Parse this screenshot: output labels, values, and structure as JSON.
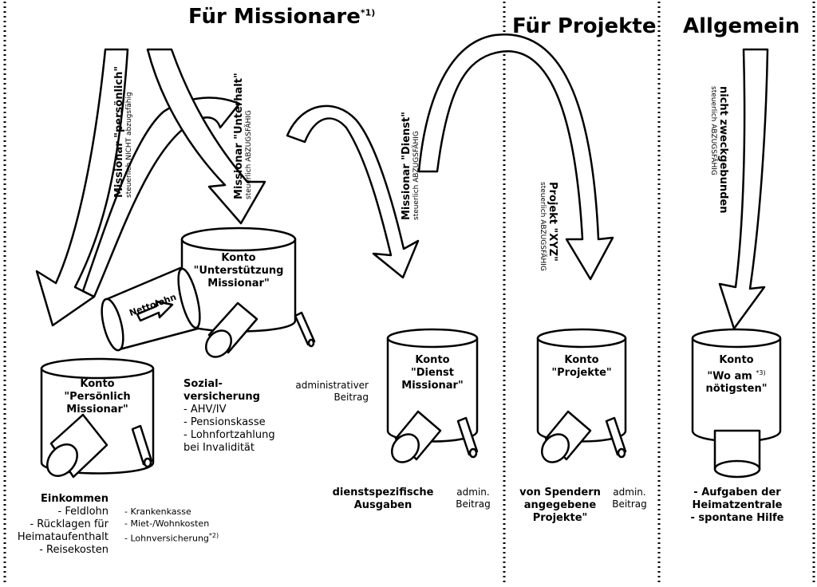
{
  "headers": {
    "missionare": "Für Missionare",
    "missionare_note": "*1)",
    "projekte": "Für Projekte",
    "allgemein": "Allgemein"
  },
  "streams": {
    "persoenlich_title": "Missionar \"persönlich\"",
    "persoenlich_sub": "steuerlich NICHT abzugsfähig",
    "unterhalt_title": "Missionar \"Unterhalt\"",
    "unterhalt_sub": "steuerlich ABZUGSFÄHIG",
    "dienst_title": "Missionar \"Dienst\"",
    "dienst_sub": "steuerlich ABZUGSFÄHIG",
    "projekt_title": "Projekt \"XYZ\"",
    "projekt_sub": "steuerlich ABZUGSFÄHIG",
    "allgemein_title": "nicht zweckgebunden",
    "allgemein_sub": "steuerlich ABZUGSFÄHIG"
  },
  "konten": {
    "unterstuetzung": [
      "Konto",
      "\"Unterstützung",
      "Missionar\""
    ],
    "persoenlich": [
      "Konto",
      "\"Persönlich",
      "Missionar\""
    ],
    "dienst": [
      "Konto",
      "\"Dienst",
      "Missionar\""
    ],
    "projekte": [
      "Konto",
      "\"Projekte\""
    ],
    "wo_am": [
      "Konto",
      "\"Wo am",
      "nötigsten\""
    ],
    "wo_am_note": "*3)"
  },
  "nettolohn": "Nettolohn",
  "sozial": {
    "title1": "Sozial-",
    "title2": "versicherung",
    "items": [
      "- AHV/IV",
      "- Pensionskasse",
      "- Lohnfortzahlung",
      "  bei Invalidität"
    ]
  },
  "admin_unterhalt": [
    "administrativer",
    "Beitrag"
  ],
  "einkommen": {
    "title": "Einkommen",
    "items": [
      "- Feldlohn",
      "- Rücklagen für",
      "Heimataufenthalt",
      "- Reisekosten"
    ]
  },
  "weitere": {
    "items": [
      "- Krankenkasse",
      "- Miet-/Wohnkosten",
      "- Lohnversicherung"
    ],
    "note": "*2)"
  },
  "dienst_out": [
    "dienstspezifische",
    "Ausgaben"
  ],
  "admin_short": [
    "admin.",
    "Beitrag"
  ],
  "projekte_out": [
    "von Spendern",
    "angegebene",
    "Projekte\""
  ],
  "allgemein_out": [
    "- Aufgaben der",
    "Heimatzentrale",
    "- spontane Hilfe"
  ]
}
